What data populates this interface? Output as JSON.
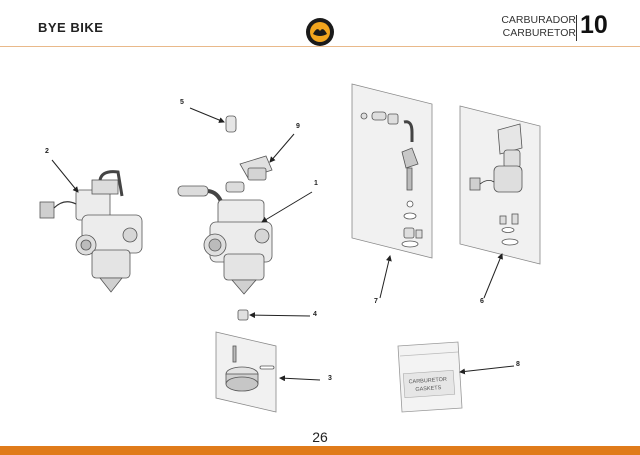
{
  "header": {
    "brand": "BYE BIKE",
    "section_es": "CARBURADOR",
    "section_en": "CARBURETOR",
    "section_number": "10"
  },
  "bag_text": [
    "CARBURETOR",
    "GASKETS"
  ],
  "callouts": [
    "1",
    "2",
    "3",
    "4",
    "5",
    "6",
    "7",
    "8",
    "9"
  ],
  "page_number": "26",
  "colors": {
    "accent": "#e07b1a",
    "line": "#e9b98a"
  }
}
